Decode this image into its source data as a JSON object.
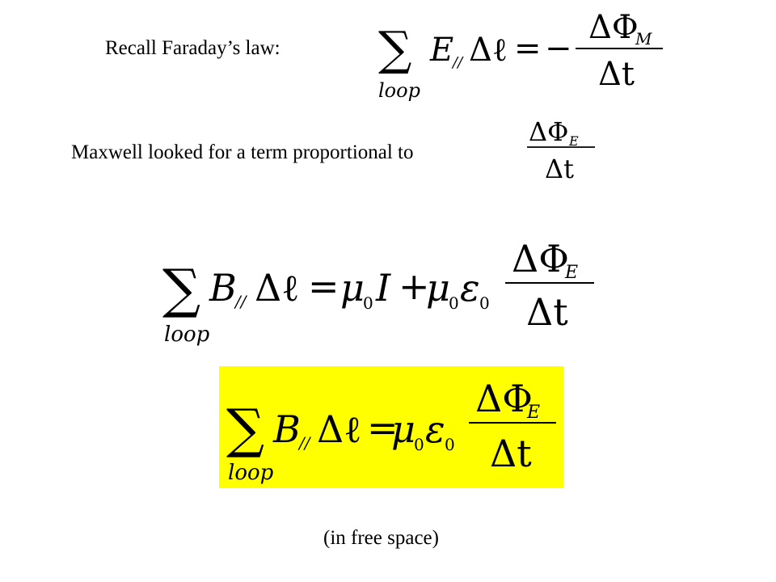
{
  "slide": {
    "intro_text": "Recall Faraday’s law:",
    "maxwell_text": "Maxwell looked for a term proportional to",
    "footnote": "(in free space)",
    "highlight_color": "#ffff00"
  },
  "eq_faraday": {
    "sum": "∑",
    "sub": "loop",
    "field": "E",
    "parallel": "//",
    "delta_l": "Δℓ",
    "equals": "=",
    "minus": "−",
    "numerator": "ΔΦ",
    "flux_sub": "M",
    "denominator": "Δt"
  },
  "eq_ratio": {
    "numerator": "ΔΦ",
    "flux_sub": "E",
    "denominator": "Δt"
  },
  "eq_ampere_maxwell": {
    "sum": "∑",
    "sub": "loop",
    "field": "B",
    "parallel": "//",
    "delta_l": "Δℓ",
    "equals": "=",
    "mu": "μ",
    "zero": "0",
    "current": "I",
    "plus": "+",
    "epsilon": "ε",
    "numerator": "ΔΦ",
    "flux_sub": "E",
    "denominator": "Δt"
  },
  "eq_free_space": {
    "sum": "∑",
    "sub": "loop",
    "field": "B",
    "parallel": "//",
    "delta_l": "Δℓ",
    "equals": "=",
    "mu": "μ",
    "zero": "0",
    "epsilon": "ε",
    "numerator": "ΔΦ",
    "flux_sub": "E",
    "denominator": "Δt"
  }
}
